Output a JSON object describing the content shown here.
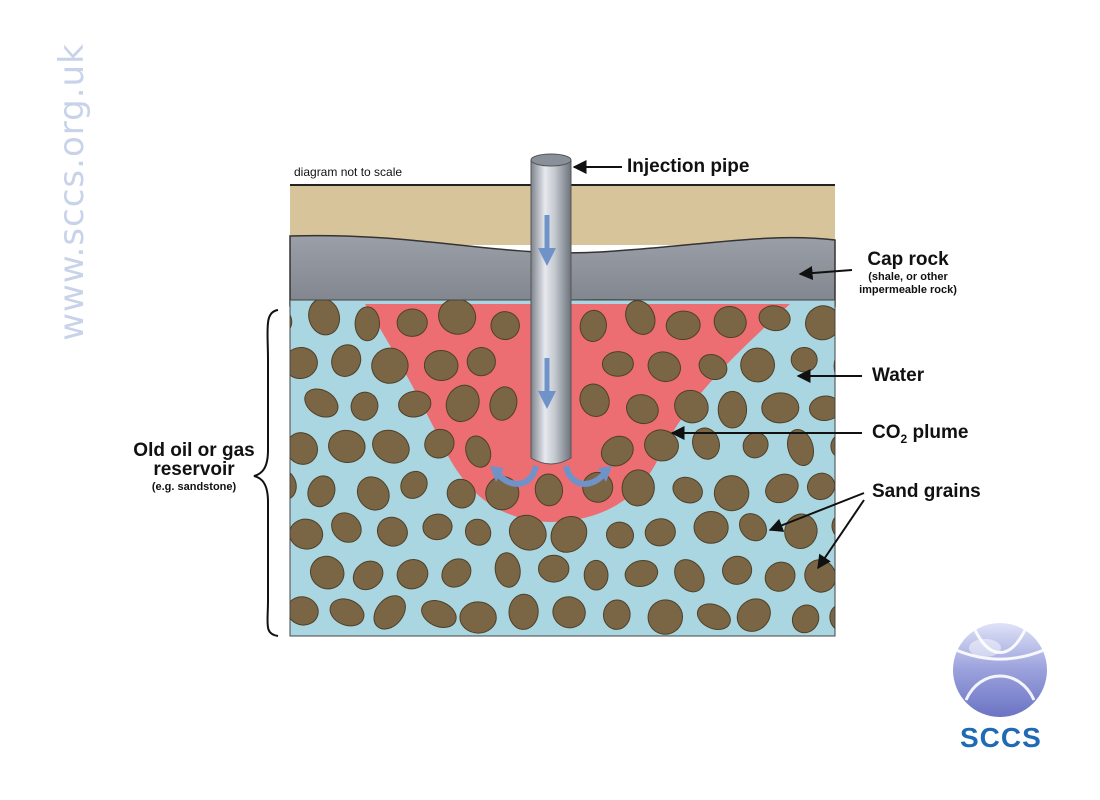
{
  "watermark": "www.sccs.org.uk",
  "note": "diagram not to scale",
  "labels": {
    "injection_pipe": "Injection pipe",
    "cap_rock": "Cap rock",
    "cap_rock_sub_1": "(shale, or other",
    "cap_rock_sub_2": "impermeable rock)",
    "water": "Water",
    "co2_prefix": "CO",
    "co2_sub": "2",
    "co2_suffix": " plume",
    "sand_grains": "Sand grains",
    "reservoir_1": "Old oil or gas",
    "reservoir_2": "reservoir",
    "reservoir_sub": "(e.g. sandstone)"
  },
  "logo": {
    "text": "SCCS"
  },
  "colors": {
    "surface": "#d8c49a",
    "cap_rock": "#8f939c",
    "water": "#a9d6e0",
    "plume": "#ec6e72",
    "grain": "#7a6645",
    "pipe": "#b7bcc4",
    "arrow": "#6f93c8",
    "logo": "#1f6ab5",
    "watermark": "#c8d3ea"
  }
}
